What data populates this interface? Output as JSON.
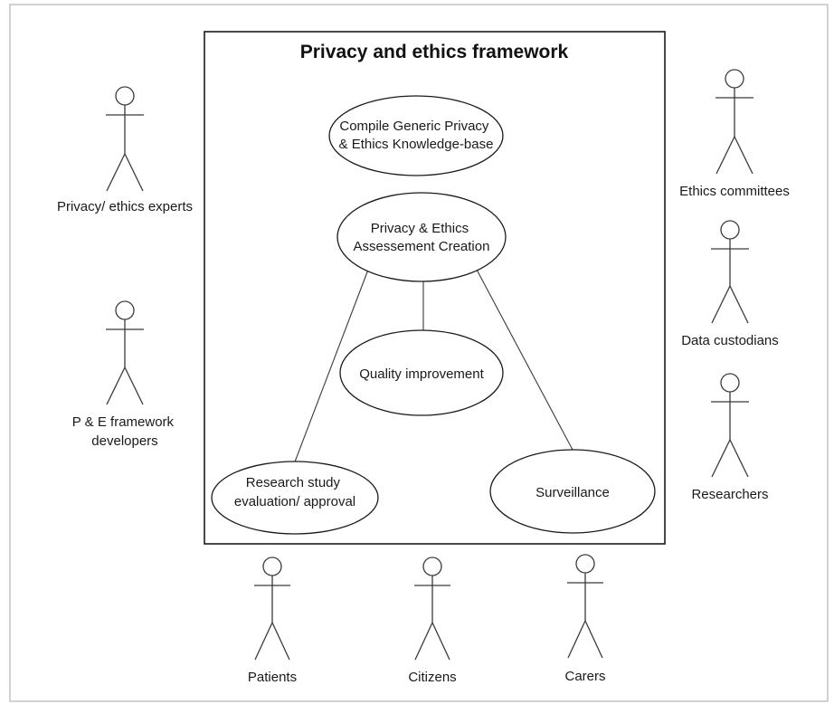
{
  "system": {
    "title": "Privacy and ethics framework"
  },
  "use_cases": {
    "compile_kb": [
      "Compile Generic Privacy",
      "& Ethics Knowledge-base"
    ],
    "assessment_creation": [
      "Privacy & Ethics",
      "Assessement Creation"
    ],
    "quality_improvement": [
      "Quality improvement"
    ],
    "research_approval": [
      "Research study",
      "evaluation/ approval"
    ],
    "surveillance": [
      "Surveillance"
    ]
  },
  "actors": {
    "privacy_ethics_experts": [
      "Privacy/ ethics experts"
    ],
    "framework_developers": [
      "P & E framework",
      "developers"
    ],
    "ethics_committees": [
      "Ethics committees"
    ],
    "data_custodians": [
      "Data custodians"
    ],
    "researchers": [
      "Researchers"
    ],
    "patients": [
      "Patients"
    ],
    "citizens": [
      "Citizens"
    ],
    "carers": [
      "Carers"
    ]
  }
}
